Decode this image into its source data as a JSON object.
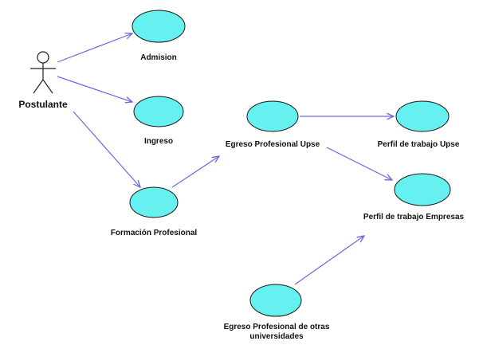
{
  "actor": {
    "label": "Postulante"
  },
  "use_cases": {
    "admision": "Admision",
    "ingreso": "Ingreso",
    "formacion": "Formación Profesional",
    "egreso_upse": "Egreso Profesional Upse",
    "perfil_upse": "Perfil de trabajo Upse",
    "perfil_empresas": "Perfil de trabajo Empresas",
    "egreso_otras": "Egreso Profesional de otras universidades"
  },
  "colors": {
    "usecase_fill": "#66f0f0",
    "usecase_stroke": "#1a1a1a",
    "arrow": "#6b6bdb",
    "actor_stroke": "#222222"
  }
}
